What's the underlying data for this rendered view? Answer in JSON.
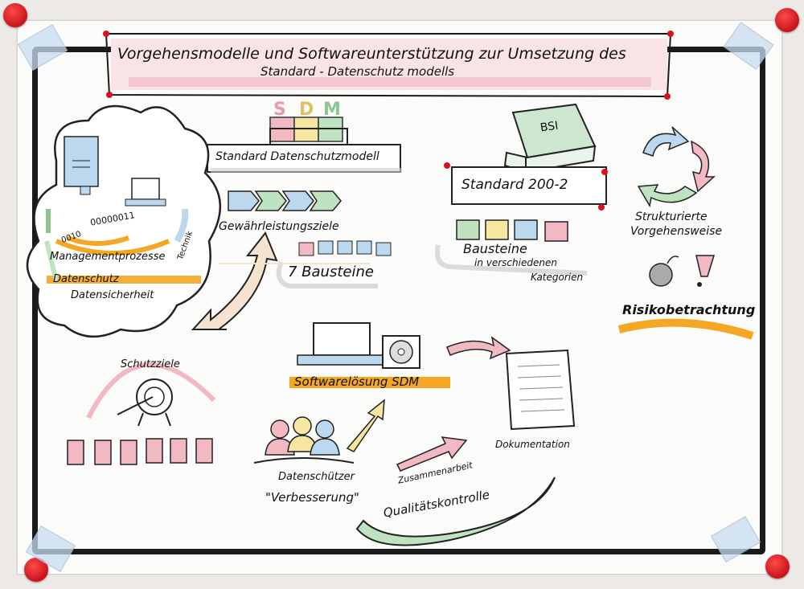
{
  "title": {
    "line1": "Vorgehensmodelle und Softwareunterstützung zur Umsetzung des",
    "line2": "Standard - Datenschutz modells"
  },
  "sdm": {
    "letters": [
      "S",
      "D",
      "M"
    ],
    "label": "Standard Datenschutzmodell"
  },
  "bsi": {
    "book_label": "BSI",
    "label": "Standard 200-2",
    "bausteine_line1": "Bausteine",
    "bausteine_line2": "in verschiedenen",
    "bausteine_line3": "Kategorien"
  },
  "gewaehrleistung": {
    "label": "Gewährleistungsziele",
    "bausteine": "7 Bausteine"
  },
  "cloud": {
    "label_management": "Managementprozesse",
    "label_datenschutz": "Datenschutz",
    "label_sicherheit": "Datensicherheit",
    "label_technik": "Technik",
    "binary": "00000011",
    "binary2": "0010"
  },
  "right": {
    "strukturiert_line1": "Strukturierte",
    "strukturiert_line2": "Vorgehensweise",
    "risiko": "Risikobetrachtung"
  },
  "bottom": {
    "schutzziele": "Schutzziele",
    "software": "Softwarelösung SDM",
    "dokumentation": "Dokumentation",
    "datenschuetzer": "Datenschützer",
    "verbesserung": "\"Verbesserung\"",
    "zusammenarbeit": "Zusammenarbeit",
    "qualitaet": "Qualitätskontrolle"
  },
  "colors": {
    "highlight_orange": "#f5a623",
    "pink": "#f2b9c3",
    "green": "#bfe3c0",
    "blue": "#bcd8ef",
    "yellow": "#f6e6a0",
    "purple": "#d6c7ec",
    "pin_red": "#d6141d",
    "ink": "#111111"
  }
}
